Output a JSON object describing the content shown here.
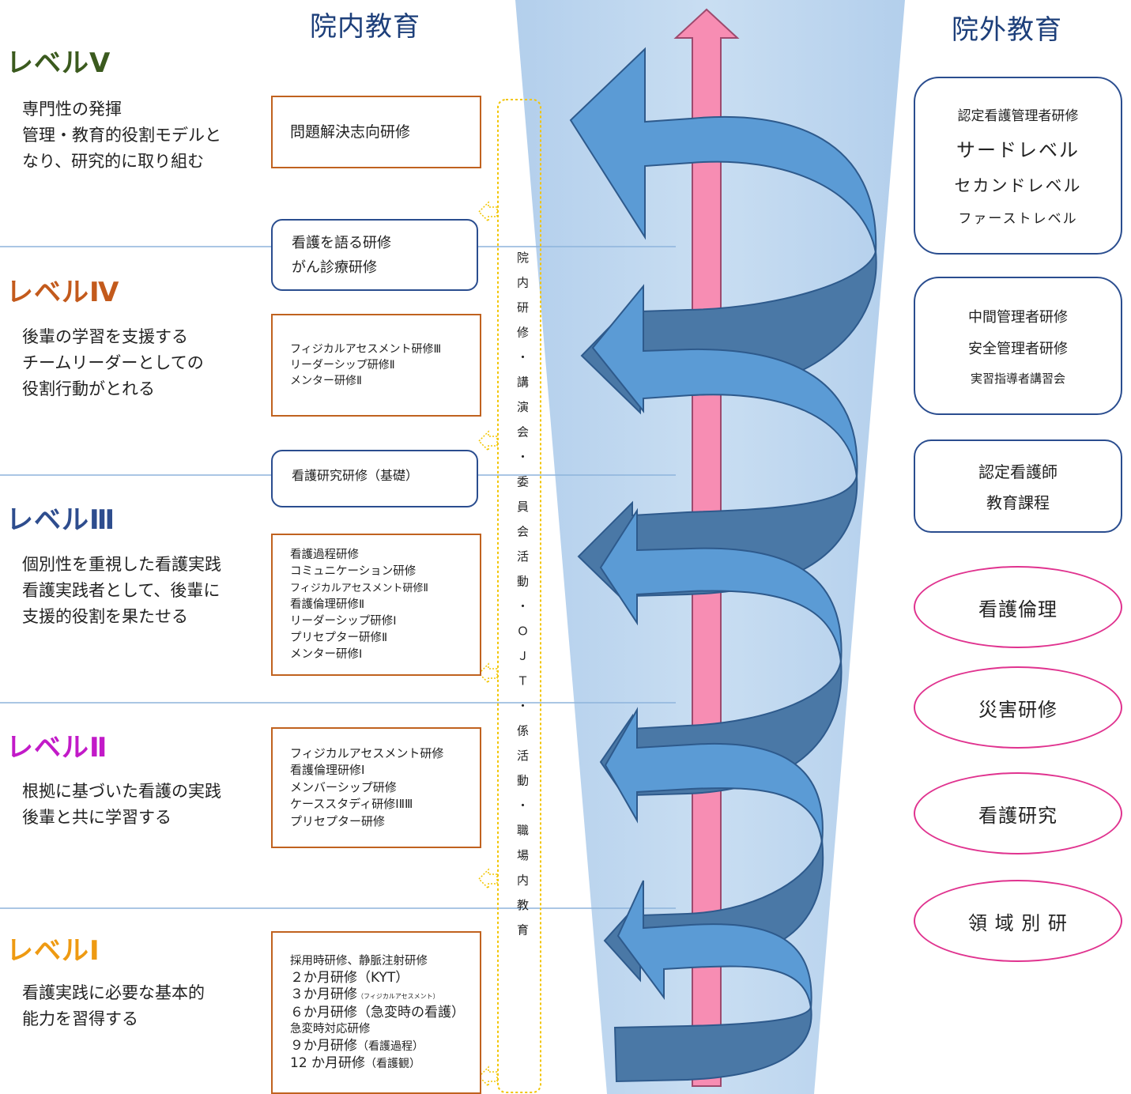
{
  "headers": {
    "internal": "院内教育",
    "external": "院外教育"
  },
  "colors": {
    "level5": "#3b5a1e",
    "level4": "#c35a1c",
    "level3": "#2e4d8e",
    "level2": "#c21ac8",
    "level1": "#ee9a12",
    "inner_box_border": "#c0621f",
    "rounded_box_border": "#2a4d8f",
    "ellipse_border": "#e0338f",
    "funnel": "#bcd6ee",
    "spiral": "#5b9bd5",
    "center_arrow": "#f78db3"
  },
  "levels": [
    {
      "title": "レベルⅤ",
      "desc": "専門性の発揮\n管理・教育的役割モデルと\nなり、研究的に取り組む"
    },
    {
      "title": "レベルⅣ",
      "desc": "後輩の学習を支援する\nチームリーダーとしての\n役割行動がとれる"
    },
    {
      "title": "レベルⅢ",
      "desc": "個別性を重視した看護実践\n看護実践者として、後輩に\n支援的役割を果たせる"
    },
    {
      "title": "レベルⅡ",
      "desc": "根拠に基づいた看護の実践\n後輩と共に学習する"
    },
    {
      "title": "レベルⅠ",
      "desc": "看護実践に必要な基本的\n能力を習得する"
    }
  ],
  "internal_boxes": {
    "level5": [
      "問題解決志向研修"
    ],
    "level4": [
      "フィジカルアセスメント研修Ⅲ",
      "リーダーシップ研修Ⅱ",
      "メンター研修Ⅱ"
    ],
    "level3": [
      "看護過程研修",
      "コミュニケーション研修",
      "フィジカルアセスメント研修Ⅱ",
      "看護倫理研修Ⅱ",
      "リーダーシップ研修Ⅰ",
      "プリセプター研修Ⅱ",
      "メンター研修Ⅰ"
    ],
    "level2": [
      "フィジカルアセスメント研修",
      "看護倫理研修Ⅰ",
      "メンバーシップ研修",
      "ケーススタディ研修ⅠⅡⅢ",
      "プリセプター研修"
    ],
    "level1": [
      "採用時研修、静脈注射研修",
      "２か月研修（KYT）",
      "３か月研修",
      "（フィジカルアセスメント）",
      "６か月研修（急変時の看護）",
      "急変時対応研修",
      "９か月研修",
      "（看護過程）",
      "12 か月研修",
      "（看護観）"
    ]
  },
  "boundary_boxes": {
    "b45": [
      "看護を語る研修",
      "がん診療研修"
    ],
    "b34": [
      "看護研究研修（基礎）"
    ]
  },
  "vertical_label": "院内研修・講演会・委員会活動・ＯＪＴ・係活動・職場内教育",
  "external": {
    "box1": [
      "認定看護管理者研修",
      "サードレベル",
      "セカンドレベル",
      "ファーストレベル"
    ],
    "box2": [
      "中間管理者研修",
      "安全管理者研修",
      "実習指導者講習会"
    ],
    "box3": [
      "認定看護師",
      "教育課程"
    ],
    "ellipses": [
      "看護倫理",
      "災害研修",
      "看護研究",
      "領 域 別 研"
    ]
  }
}
